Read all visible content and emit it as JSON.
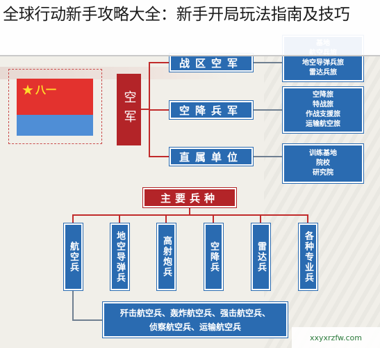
{
  "headline": "全球行动新手攻略大全：新手开局玩法指南及技巧",
  "flag": {
    "star": "★",
    "text": "八一"
  },
  "air_force": "空军",
  "branches": [
    {
      "label": "战区空军",
      "details": [
        "基地",
        "航空兵旅",
        "地空导弹兵旅",
        "雷达兵旅"
      ]
    },
    {
      "label": "空降兵军",
      "details": [
        "空降旅",
        "特战旅",
        "作战支援旅",
        "运输航空旅"
      ]
    },
    {
      "label": "直属单位",
      "details": [
        "训练基地",
        "院校",
        "研究院"
      ]
    }
  ],
  "main_types": "主要兵种",
  "units": [
    "航空兵",
    "地空导弹兵",
    "高射炮兵",
    "空降兵",
    "雷达兵",
    "各种专业兵"
  ],
  "aviation_types": [
    "歼击航空兵、轰炸航空兵、强击航空兵、",
    "侦察航空兵、运输航空兵"
  ],
  "watermark": "xxyxrzfw.com",
  "colors": {
    "red": "#b32428",
    "blue": "#2a6bb1",
    "flag_red": "#e3322e",
    "flag_blue": "#4f8ed6"
  }
}
